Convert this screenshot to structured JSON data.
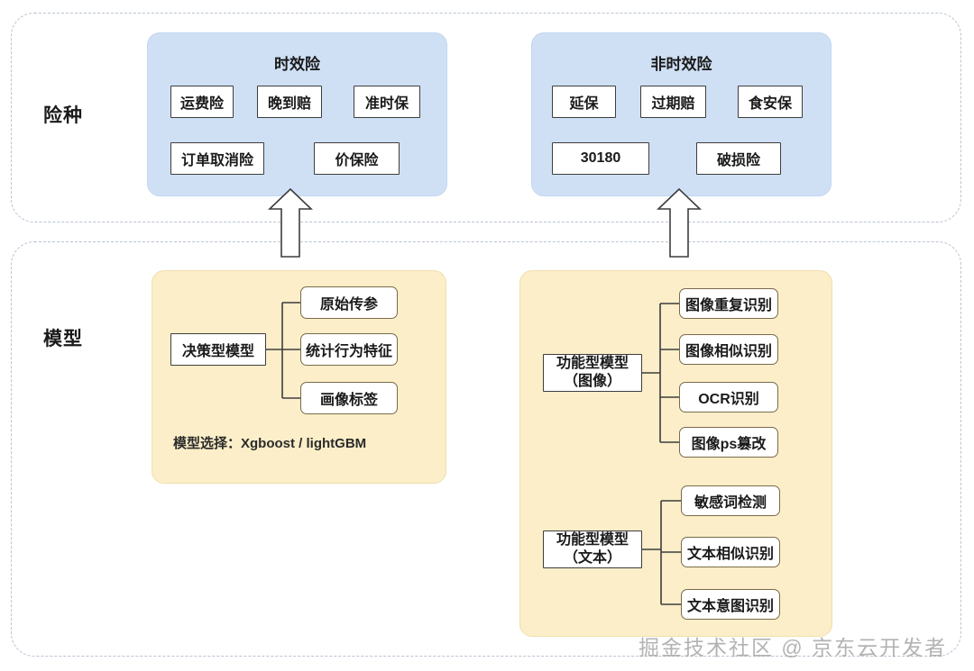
{
  "lanes": [
    {
      "id": "risk",
      "label": "险种"
    },
    {
      "id": "model",
      "label": "模型"
    }
  ],
  "panels": {
    "timely": {
      "title": "时效险",
      "color": "#cfe0f5",
      "items": [
        "运费险",
        "晚到赔",
        "准时保",
        "订单取消险",
        "价保险"
      ]
    },
    "non_timely": {
      "title": "非时效险",
      "color": "#cfe0f5",
      "items": [
        "延保",
        "过期赔",
        "食安保",
        "30180",
        "破损险"
      ]
    },
    "decision": {
      "color": "#fbeec8",
      "root": "决策型模型",
      "children": [
        "原始传参",
        "统计行为特征",
        "画像标签"
      ],
      "note": "模型选择：Xgboost / lightGBM"
    },
    "functional": {
      "color": "#fbeec8",
      "groups": [
        {
          "root_line1": "功能型模型",
          "root_line2": "（图像）",
          "children": [
            "图像重复识别",
            "图像相似识别",
            "OCR识别",
            "图像ps篡改"
          ]
        },
        {
          "root_line1": "功能型模型",
          "root_line2": "（文本）",
          "children": [
            "敏感词检测",
            "文本相似识别",
            "文本意图识别"
          ]
        }
      ]
    }
  },
  "arrows": [
    {
      "name": "arrow-decision-to-timely",
      "from": "decision-panel",
      "to": "timely-panel"
    },
    {
      "name": "arrow-functional-to-nontimely",
      "from": "functional-panel",
      "to": "non-timely-panel"
    }
  ],
  "watermark": "掘金技术社区 @ 京东云开发者",
  "colors": {
    "panel_blue": "#cfe0f5",
    "panel_yellow": "#fbeec8",
    "lane_border": "#b9c4d2",
    "chip_border": "#3d3d3d",
    "text": "#1a1a1a"
  }
}
